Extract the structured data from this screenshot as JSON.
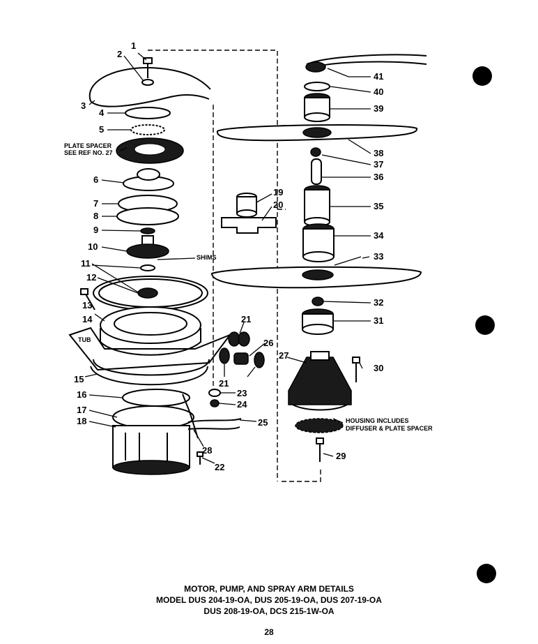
{
  "labels": {
    "p1": "1",
    "p2": "2",
    "p3": "3",
    "p4": "4",
    "p5": "5",
    "p6": "6",
    "p7": "7",
    "p8": "8",
    "p9": "9",
    "p10": "10",
    "p11": "11",
    "p12": "12",
    "p13": "13",
    "p14": "14",
    "p15": "15",
    "p16": "16",
    "p17": "17",
    "p18": "18",
    "p19": "19",
    "p20": "20",
    "p21a": "21",
    "p21b": "21",
    "p22": "22",
    "p23": "23",
    "p24": "24",
    "p25": "25",
    "p26": "26",
    "p27": "27",
    "p28": "28",
    "p29": "29",
    "p30": "30",
    "p31": "31",
    "p32": "32",
    "p33": "33",
    "p34": "34",
    "p35": "35",
    "p36": "36",
    "p37": "37",
    "p38": "38",
    "p39": "39",
    "p40": "40",
    "p41": "41"
  },
  "notes": {
    "plate_spacer_line1": "PLATE SPACER",
    "plate_spacer_line2": "SEE REF NO. 27",
    "shims": "SHIMS",
    "tub": "TUB",
    "housing_line1": "HOUSING INCLUDES",
    "housing_line2": "DIFFUSER & PLATE SPACER"
  },
  "caption": {
    "line1": "MOTOR, PUMP, AND SPRAY ARM DETAILS",
    "line2": "MODEL DUS 204-19-OA,  DUS 205-19-OA,  DUS 207-19-OA",
    "line3": "DUS 208-19-OA,  DCS 215-1W-OA"
  },
  "page_number": "28"
}
